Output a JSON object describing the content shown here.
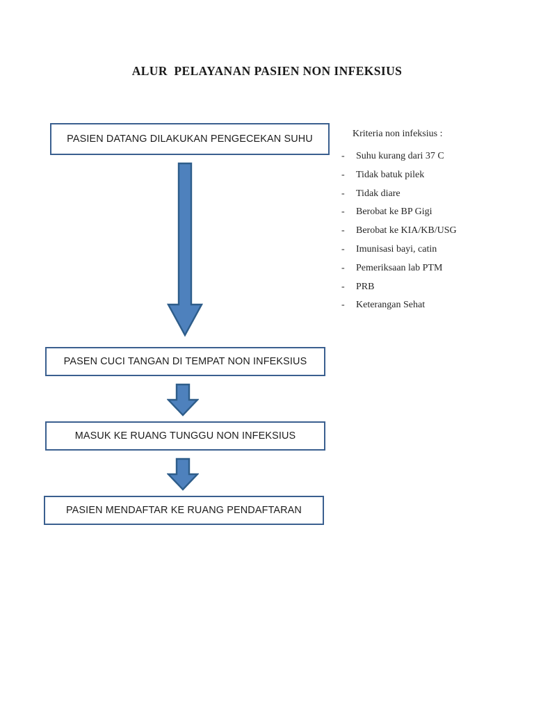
{
  "document": {
    "title": "ALUR  PELAYANAN PASIEN NON INFEKSIUS",
    "page_background": "#ffffff"
  },
  "theme": {
    "box_border_color": "#3A5F8F",
    "box_fill_color": "#ffffff",
    "arrow_fill_color": "#4E81BD",
    "arrow_stroke_color": "#2E5D8A",
    "text_color": "#1c1c1c"
  },
  "flow": {
    "steps": [
      {
        "id": "step-1",
        "label": "PASIEN DATANG DILAKUKAN PENGECEKAN SUHU"
      },
      {
        "id": "step-2",
        "label": "PASEN CUCI TANGAN DI TEMPAT NON INFEKSIUS"
      },
      {
        "id": "step-3",
        "label": "MASUK KE RUANG TUNGGU NON INFEKSIUS"
      },
      {
        "id": "step-4",
        "label": "PASIEN MENDAFTAR KE RUANG PENDAFTARAN"
      }
    ],
    "connectors": [
      {
        "id": "connector-1",
        "from": "step-1",
        "to": "step-2",
        "icon": "arrow-down-icon",
        "style": "long"
      },
      {
        "id": "connector-2",
        "from": "step-2",
        "to": "step-3",
        "icon": "arrow-down-icon",
        "style": "short"
      },
      {
        "id": "connector-3",
        "from": "step-3",
        "to": "step-4",
        "icon": "arrow-down-icon",
        "style": "short"
      }
    ]
  },
  "criteria": {
    "heading": "Kriteria non infeksius :",
    "bullet": "-",
    "items": [
      {
        "text": "Suhu kurang dari 37 C"
      },
      {
        "text": "Tidak batuk pilek"
      },
      {
        "text": "Tidak diare"
      },
      {
        "text": "Berobat ke BP Gigi"
      },
      {
        "text": "Berobat ke KIA/KB/USG"
      },
      {
        "text": "Imunisasi bayi, catin"
      },
      {
        "text": "Pemeriksaan lab PTM"
      },
      {
        "text": "PRB"
      },
      {
        "text": "Keterangan Sehat"
      }
    ]
  }
}
